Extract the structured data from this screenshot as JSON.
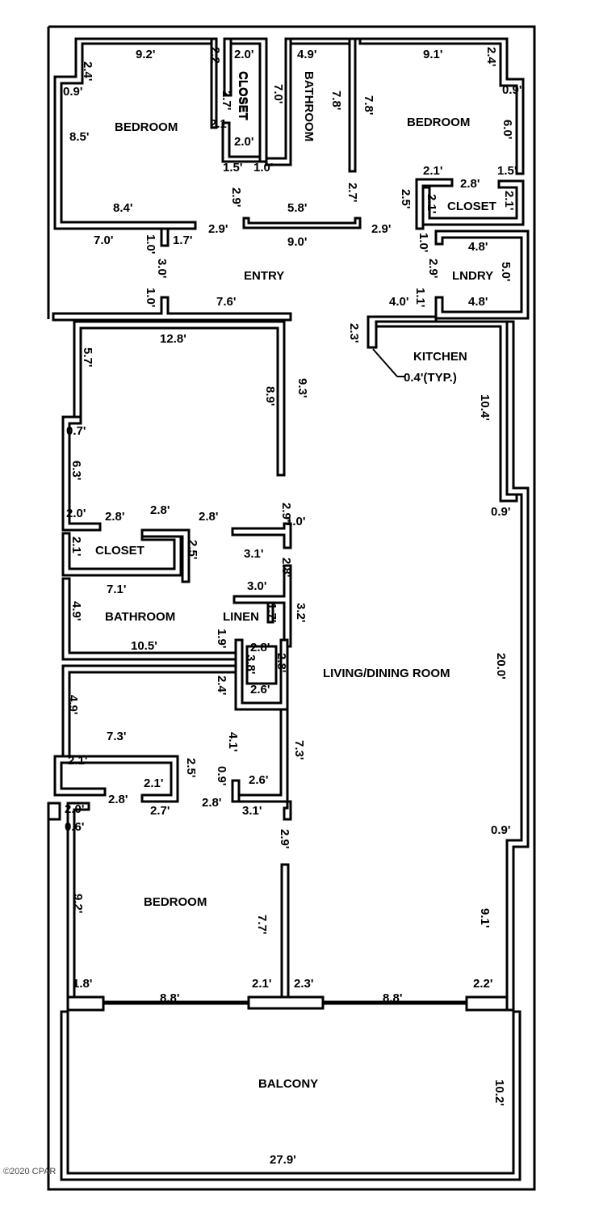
{
  "rooms": {
    "bedroom_nw": "BEDROOM",
    "closet_n": "CLOSET",
    "bathroom_n": "BATHROOM",
    "bedroom_ne": "BEDROOM",
    "closet_ne": "CLOSET",
    "laundry": "LNDRY",
    "entry": "ENTRY",
    "kitchen": "KITCHEN",
    "kitchen_note": "0.4'(TYP.)",
    "closet_w": "CLOSET",
    "bathroom_w": "BATHROOM",
    "linen": "LINEN",
    "living_dining": "LIVING/DINING ROOM",
    "bedroom_s": "BEDROOM",
    "balcony": "BALCONY"
  },
  "dimensions": [
    "2.4'",
    "9.2'",
    "2.2",
    "2.0'",
    "4.9'",
    "9.1'",
    "2.4'",
    "0.9'",
    "CLOSET",
    "7.0'",
    "7.8'",
    "7.8'",
    "0.9'",
    "2.7'",
    "6.0'",
    "8.5'",
    "2.1",
    "2.0'",
    "1.5'",
    "1.0'",
    "2.1'",
    "2.8'",
    "1.5'",
    "2.5'",
    "2.1'",
    "2.1'",
    "8.4'",
    "2.9'",
    "2.7'",
    "5.8'",
    "2.9'",
    "2.9'",
    "7.0'",
    "1.0'",
    "1.7'",
    "9.0'",
    "1.0'",
    "4.8'",
    "3.0'",
    "2.9'",
    "5.0'",
    "1.0'",
    "7.6'",
    "4.0'",
    "1.1'",
    "4.8'",
    "12.8'",
    "2.3'",
    "5.7'",
    "9.3'",
    "8.9'",
    "10.4'",
    "0.7'",
    "6.3'",
    "2.0'",
    "2.8'",
    "2.8'",
    "2.8'",
    "2.9'",
    "0.9'",
    "1.0'",
    "2.1'",
    "2.5'",
    "3.1'",
    "2.8'",
    "7.1'",
    "3.0'",
    "4.9'",
    "1.7'",
    "3.2'",
    "10.5'",
    "1.9'",
    "2.8'",
    "3.8'",
    "2.8'",
    "2.4'",
    "2.6'",
    "20.0'",
    "4.9'",
    "7.3'",
    "4.1'",
    "7.3'",
    "2.1'",
    "2.1'",
    "2.5'",
    "0.9'",
    "2.6'",
    "2.8'",
    "2.7'",
    "2.8'",
    "3.1'",
    "2.0'",
    "0.6'",
    "0.9'",
    "2.9'",
    "9.2'",
    "7.7'",
    "9.1'",
    "1.8'",
    "2.1'",
    "2.3'",
    "2.2'",
    "8.8'",
    "8.8'",
    "10.2'",
    "27.9'"
  ],
  "watermark": "©2020 CPAR"
}
